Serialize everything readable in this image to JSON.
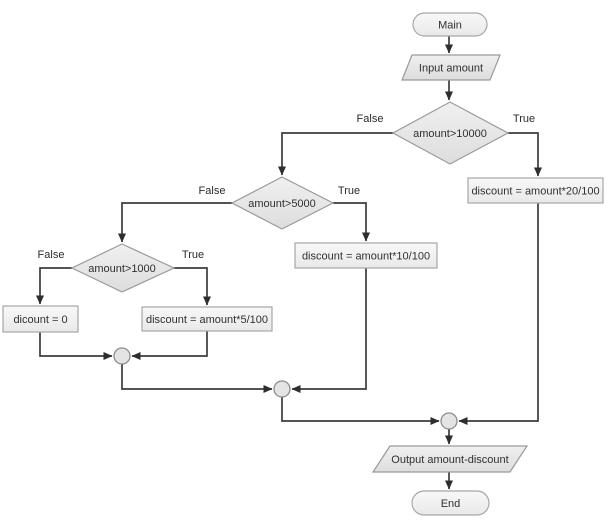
{
  "diagram": {
    "type": "flowchart",
    "colors": {
      "background": "#ffffff",
      "shape_fill_light": "#f6f6f6",
      "shape_fill_dark": "#e2e2e2",
      "shape_border": "#a0a0a0",
      "connector_fill": "#e4e4e4",
      "edge_line": "#3c3c3c",
      "text": "#303030"
    },
    "nodes": {
      "main": "Main",
      "input": "Input amount",
      "decision_10000": "amount>10000",
      "discount_20": "discount = amount*20/100",
      "decision_5000": "amount>5000",
      "discount_10": "discount = amount*10/100",
      "decision_1000": "amount>1000",
      "discount_0": "dicount = 0",
      "discount_5": "discount = amount*5/100",
      "output": "Output amount-discount",
      "end": "End"
    },
    "edge_labels": {
      "d10000_false": "False",
      "d10000_true": "True",
      "d5000_false": "False",
      "d5000_true": "True",
      "d1000_false": "False",
      "d1000_true": "True"
    }
  }
}
